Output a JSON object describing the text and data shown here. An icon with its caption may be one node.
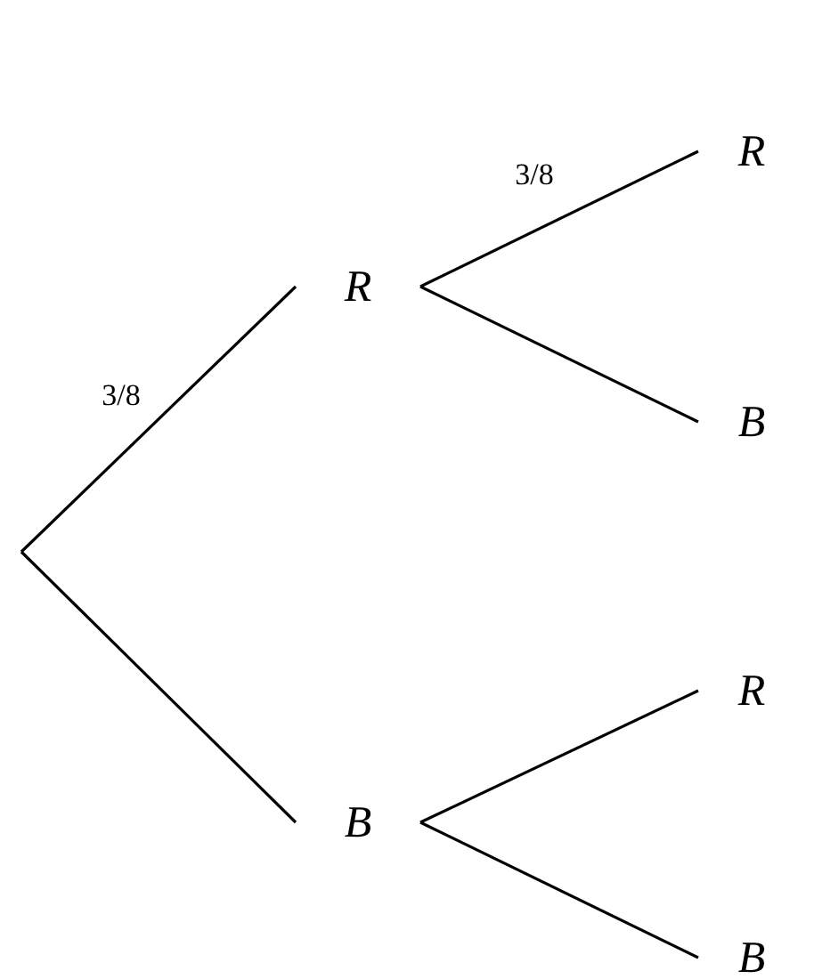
{
  "diagram": {
    "nodes": [
      {
        "text": [
          "R"
        ]
      },
      {
        "text": [
          "B"
        ]
      },
      {
        "text": [
          "R"
        ]
      },
      {
        "text": [
          "B"
        ]
      },
      {
        "text": [
          "R"
        ]
      },
      {
        "text": [
          "B"
        ]
      }
    ],
    "edges": [
      {
        "from": null,
        "to": 0,
        "arrow": "none",
        "label": "3/8"
      },
      {
        "from": null,
        "to": 1,
        "arrow": "none"
      },
      {
        "from": 0,
        "to": 2,
        "arrow": "none",
        "label": "3/8"
      },
      {
        "from": 0,
        "to": 3,
        "arrow": "none"
      },
      {
        "from": 1,
        "to": 4,
        "arrow": "none"
      },
      {
        "from": 1,
        "to": 5,
        "arrow": "none"
      }
    ]
  }
}
